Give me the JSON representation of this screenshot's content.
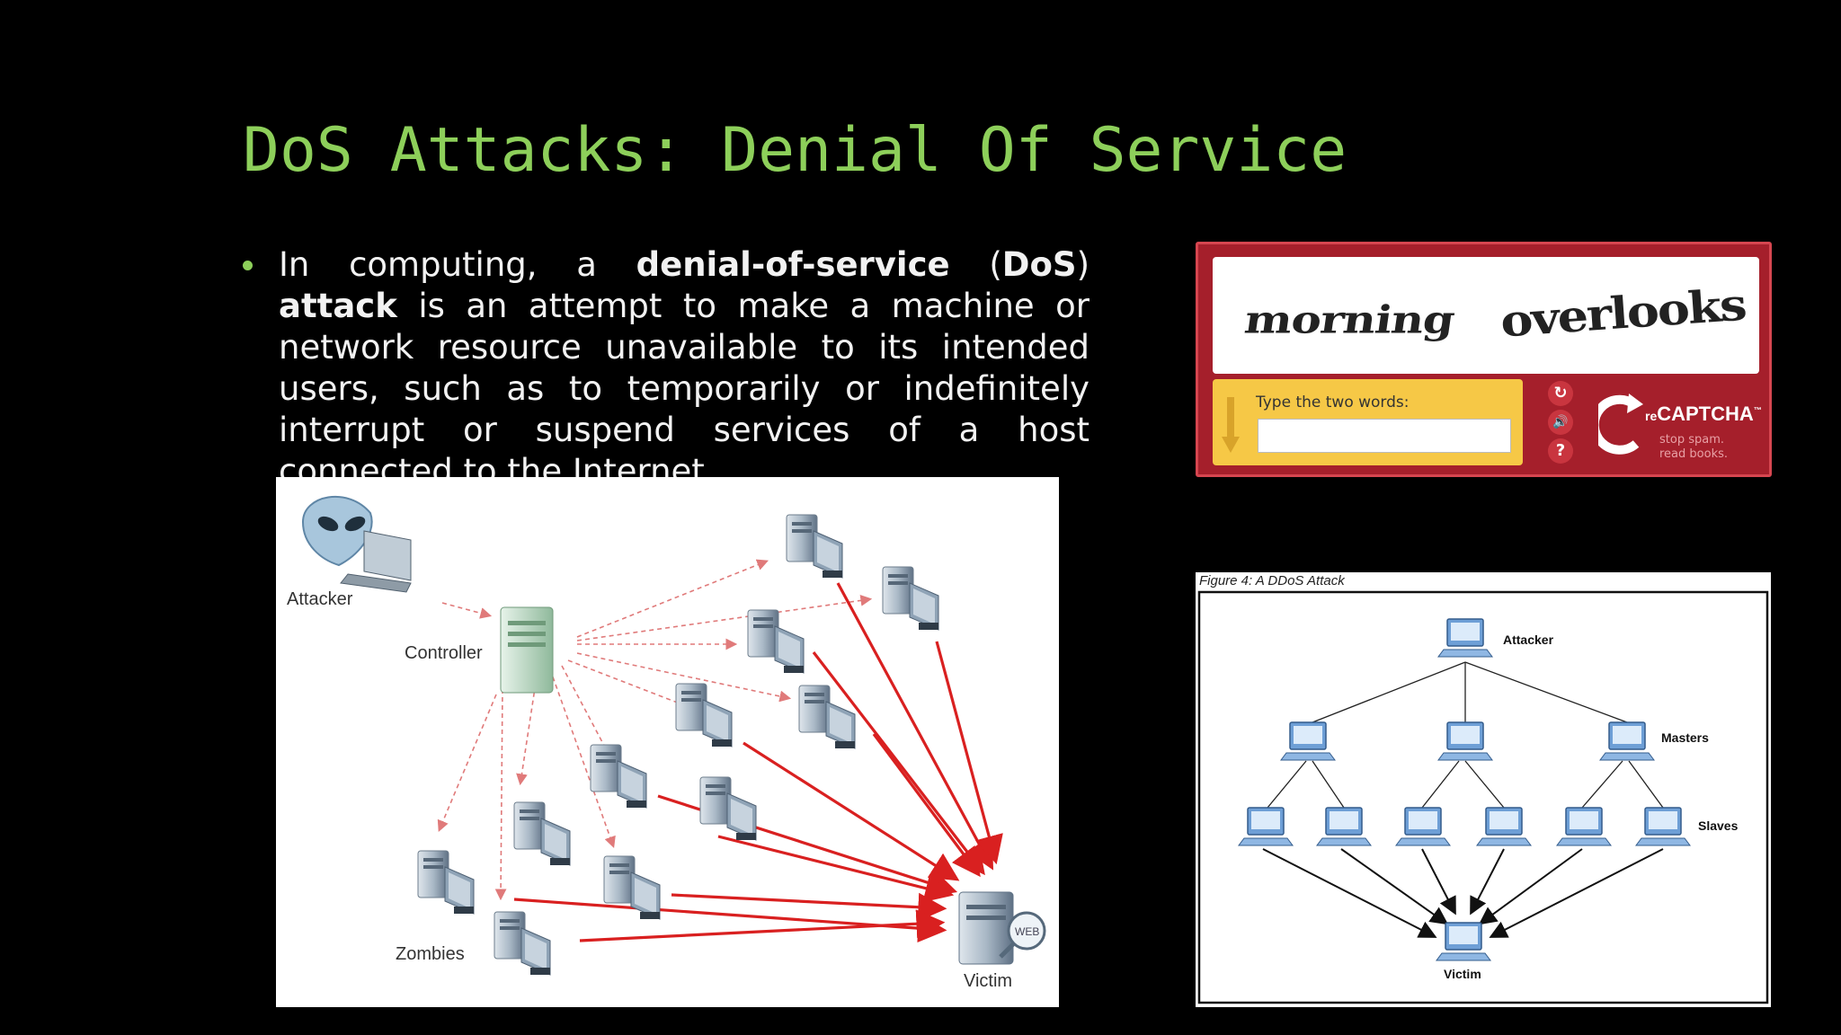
{
  "slide": {
    "title": "DoS Attacks: Denial Of Service",
    "bullet": {
      "t1": "In computing, a ",
      "b1": "denial-of-service",
      "t2": " (",
      "b2": "DoS",
      "t3": ") ",
      "b3": "attack",
      "t4": " is an attempt to make a machine or network resource unavailable to its intended users, such as to temporarily or indefinitely interrupt or suspend services of a host connected to the Internet."
    }
  },
  "figure_left": {
    "attacker_label": "Attacker",
    "controller_label": "Controller",
    "zombies_label": "Zombies",
    "victim_label": "Victim",
    "web_badge": "WEB"
  },
  "captcha": {
    "word1": "morning",
    "word2": "overlooks",
    "prompt": "Type the two words:",
    "brand_re": "re",
    "brand_name": "CAPTCHA",
    "brand_tm": "™",
    "tagline1": "stop spam.",
    "tagline2": "read books.",
    "refresh_icon": "↻",
    "audio_icon": "🔊",
    "help_icon": "?"
  },
  "figure_right": {
    "caption": "Figure 4: A DDoS Attack",
    "attacker_label": "Attacker",
    "masters_label": "Masters",
    "slaves_label": "Slaves",
    "victim_label": "Victim"
  }
}
